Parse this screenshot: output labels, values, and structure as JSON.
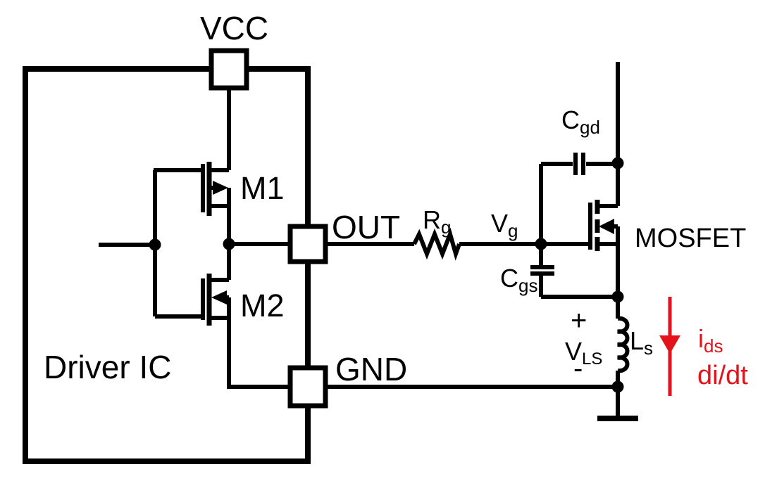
{
  "colors": {
    "wire": "#000000",
    "text": "#000000",
    "current_arrow": "#e4121b",
    "background": "#ffffff"
  },
  "labels": {
    "vcc": "VCC",
    "out": "OUT",
    "gnd": "GND",
    "driver_ic": "Driver IC",
    "m1": "M1",
    "m2": "M2",
    "mosfet": "MOSFET",
    "rg": {
      "base": "R",
      "sub": "g"
    },
    "vg": {
      "base": "V",
      "sub": "g"
    },
    "cgd": {
      "base": "C",
      "sub": "gd"
    },
    "cgs": {
      "base": "C",
      "sub": "gs"
    },
    "ls": {
      "base": "L",
      "sub": "s"
    },
    "vls": {
      "plus": "+",
      "base": "V",
      "sub": "LS",
      "minus": "-"
    },
    "ids": {
      "base": "i",
      "sub": "ds"
    },
    "didt": "di/dt"
  }
}
